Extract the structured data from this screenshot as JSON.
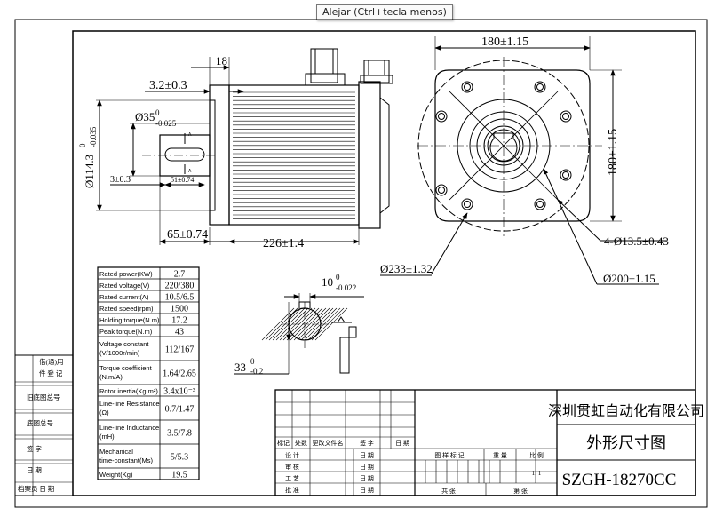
{
  "tooltip": "Alejar (Ctrl+tecla menos)",
  "dims": {
    "top_width": "180±1.15",
    "right_height": "180±1.15",
    "shaft_len": "18",
    "flange_th": "3.2±0.3",
    "shaft_dia": "Ø35",
    "shaft_dia_tol_up": "0",
    "shaft_dia_tol_down": "-0.025",
    "pilot_dia": "Ø114.3",
    "pilot_tol_up": "0",
    "pilot_tol_down": "-0.035",
    "key_left": "3±0.3",
    "key_len": "51±0.74",
    "shaft_total": "65±0.74",
    "body_len": "226±1.4",
    "holes": "4-Ø13.5±0.43",
    "bolt_circle": "Ø233±1.32",
    "flange_circle": "Ø200±1.15",
    "key_width": "10",
    "key_width_tol_up": "0",
    "key_width_tol_down": "-0.022",
    "key_height": "33",
    "key_height_tol_up": "0",
    "key_height_tol_down": "-0.2",
    "section_mark": "A"
  },
  "specs": [
    {
      "param": "Rated power(KW)",
      "value": "2.7"
    },
    {
      "param": "Rated voltage(V)",
      "value": "220/380"
    },
    {
      "param": "Rated current(A)",
      "value": "10.5/6.5"
    },
    {
      "param": "Rated speed(rpm)",
      "value": "1500"
    },
    {
      "param": "Holding torque(N.m)",
      "value": "17.2"
    },
    {
      "param": "Peak torque(N.m)",
      "value": "43"
    },
    {
      "param": "Voltage constant (V/1000r/min)",
      "value": "112/167"
    },
    {
      "param": "Torque coefficient (N.m/A)",
      "value": "1.64/2.65"
    },
    {
      "param": "Rotor inertia(Kg.m²)",
      "value": "3.4x10⁻³"
    },
    {
      "param": "Line-line Resistance (Ω)",
      "value": "0.7/1.47"
    },
    {
      "param": "Line-line Inductance (mH)",
      "value": "3.5/7.8"
    },
    {
      "param": "Mechanical time-constant(Ms)",
      "value": "5/5.3"
    },
    {
      "param": "Weight(Kg)",
      "value": "19.5"
    }
  ],
  "left_strip": [
    "借(通)用",
    "件 登 记",
    "旧底图总号",
    "底图总号",
    "签  字",
    "日  期",
    "档案员 日 期"
  ],
  "title_block": {
    "company": "深圳贯虹自动化有限公司",
    "drawing_name": "外形尺寸图",
    "drawing_no": "SZGH-18270CC",
    "rev_headers": [
      "标记",
      "处数",
      "更改文件名",
      "签 字",
      "日 期"
    ],
    "sign_rows": [
      "设 计",
      "审 核",
      "工 艺",
      "批 准"
    ],
    "date_label": "日 期",
    "mid_headers": [
      "图 样 标 记",
      "重 量",
      "比 例"
    ],
    "scale": "1: 1",
    "sheets_total": "共    张",
    "sheet_no": "第    张"
  }
}
